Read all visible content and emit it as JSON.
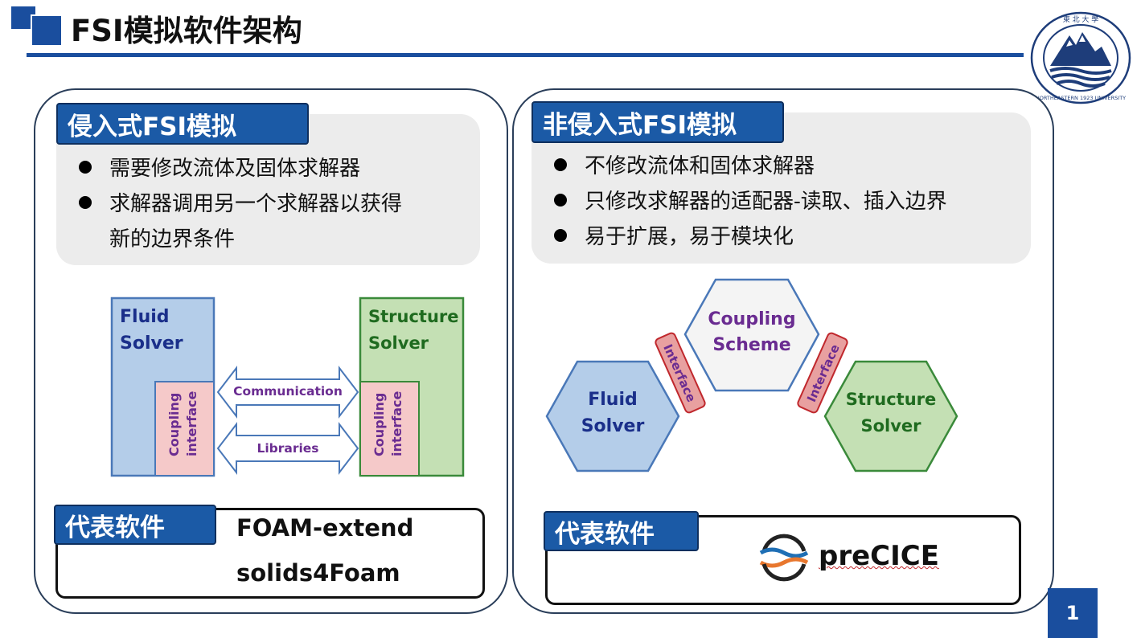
{
  "slide": {
    "title": "FSI模拟软件架构",
    "page_number": "1",
    "logo_text": "NORTHEASTERN 1923 UNIVERSITY",
    "logo_cn": "東 北 大 學"
  },
  "left": {
    "heading": "侵入式FSI模拟",
    "bullets": [
      "需要修改流体及固体求解器",
      "求解器调用另一个求解器以获得",
      "新的边界条件"
    ],
    "diagram": {
      "fluid_line1": "Fluid",
      "fluid_line2": "Solver",
      "structure_line1": "Structure",
      "structure_line2": "Solver",
      "coupling_line1": "Coupling",
      "coupling_line2": "interface",
      "communication": "Communication",
      "libraries": "Libraries"
    },
    "software_tab": "代表软件",
    "software": [
      "FOAM-extend",
      "solids4Foam"
    ]
  },
  "right": {
    "heading": "非侵入式FSI模拟",
    "bullets": [
      "不修改流体和固体求解器",
      "只修改求解器的适配器-读取、插入边界",
      "易于扩展，易于模块化"
    ],
    "diagram": {
      "coupling_line1": "Coupling",
      "coupling_line2": "Scheme",
      "fluid_line1": "Fluid",
      "fluid_line2": "Solver",
      "structure_line1": "Structure",
      "structure_line2": "Solver",
      "interface": "Interface"
    },
    "software_tab": "代表软件",
    "software": "preCICE"
  },
  "colors": {
    "accent_blue": "#1a4e9e",
    "fluid_fill": "#b4cde9",
    "fluid_text": "#1a2f8a",
    "structure_fill": "#c4e0b4",
    "structure_text": "#1f6b1f",
    "coupling_fill": "#f5c9c9",
    "coupling_text": "#6a2c91",
    "interface_fill": "#e8a0a0",
    "precice_orange": "#e8772e"
  }
}
